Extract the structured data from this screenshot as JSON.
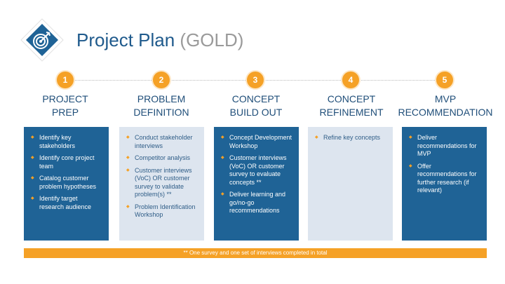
{
  "header": {
    "title": "Project Plan",
    "title_suffix": "(GOLD)",
    "logo_icon": "target-icon"
  },
  "colors": {
    "accent": "#f5a126",
    "dark_box": "#1f6396",
    "light_box": "#dde5ef",
    "title": "#1f5a8c"
  },
  "steps": [
    {
      "number": "1",
      "title_line1": "PROJECT",
      "title_line2": "PREP",
      "items": [
        "Identify key stakeholders",
        "Identify core project team",
        "Catalog customer problem hypotheses",
        "Identify target research audience"
      ]
    },
    {
      "number": "2",
      "title_line1": "PROBLEM",
      "title_line2": "DEFINITION",
      "items": [
        "Conduct stakeholder interviews",
        "Competitor analysis",
        "Customer interviews (VoC) OR customer survey to validate problem(s) **",
        "Problem Identification Workshop"
      ]
    },
    {
      "number": "3",
      "title_line1": "CONCEPT",
      "title_line2": "BUILD OUT",
      "items": [
        "Concept Development Workshop",
        "Customer interviews (VoC) OR customer survey to evaluate concepts **",
        "Deliver learning and go/no-go recommendations"
      ]
    },
    {
      "number": "4",
      "title_line1": "CONCEPT",
      "title_line2": "REFINEMENT",
      "items": [
        "Refine key concepts"
      ]
    },
    {
      "number": "5",
      "title_line1": "MVP",
      "title_line2": "RECOMMENDATION",
      "items": [
        "Deliver recommendations for MVP",
        "Offer recommendations for further research (if relevant)"
      ]
    }
  ],
  "footnote": "** One survey and one set of interviews completed in total"
}
